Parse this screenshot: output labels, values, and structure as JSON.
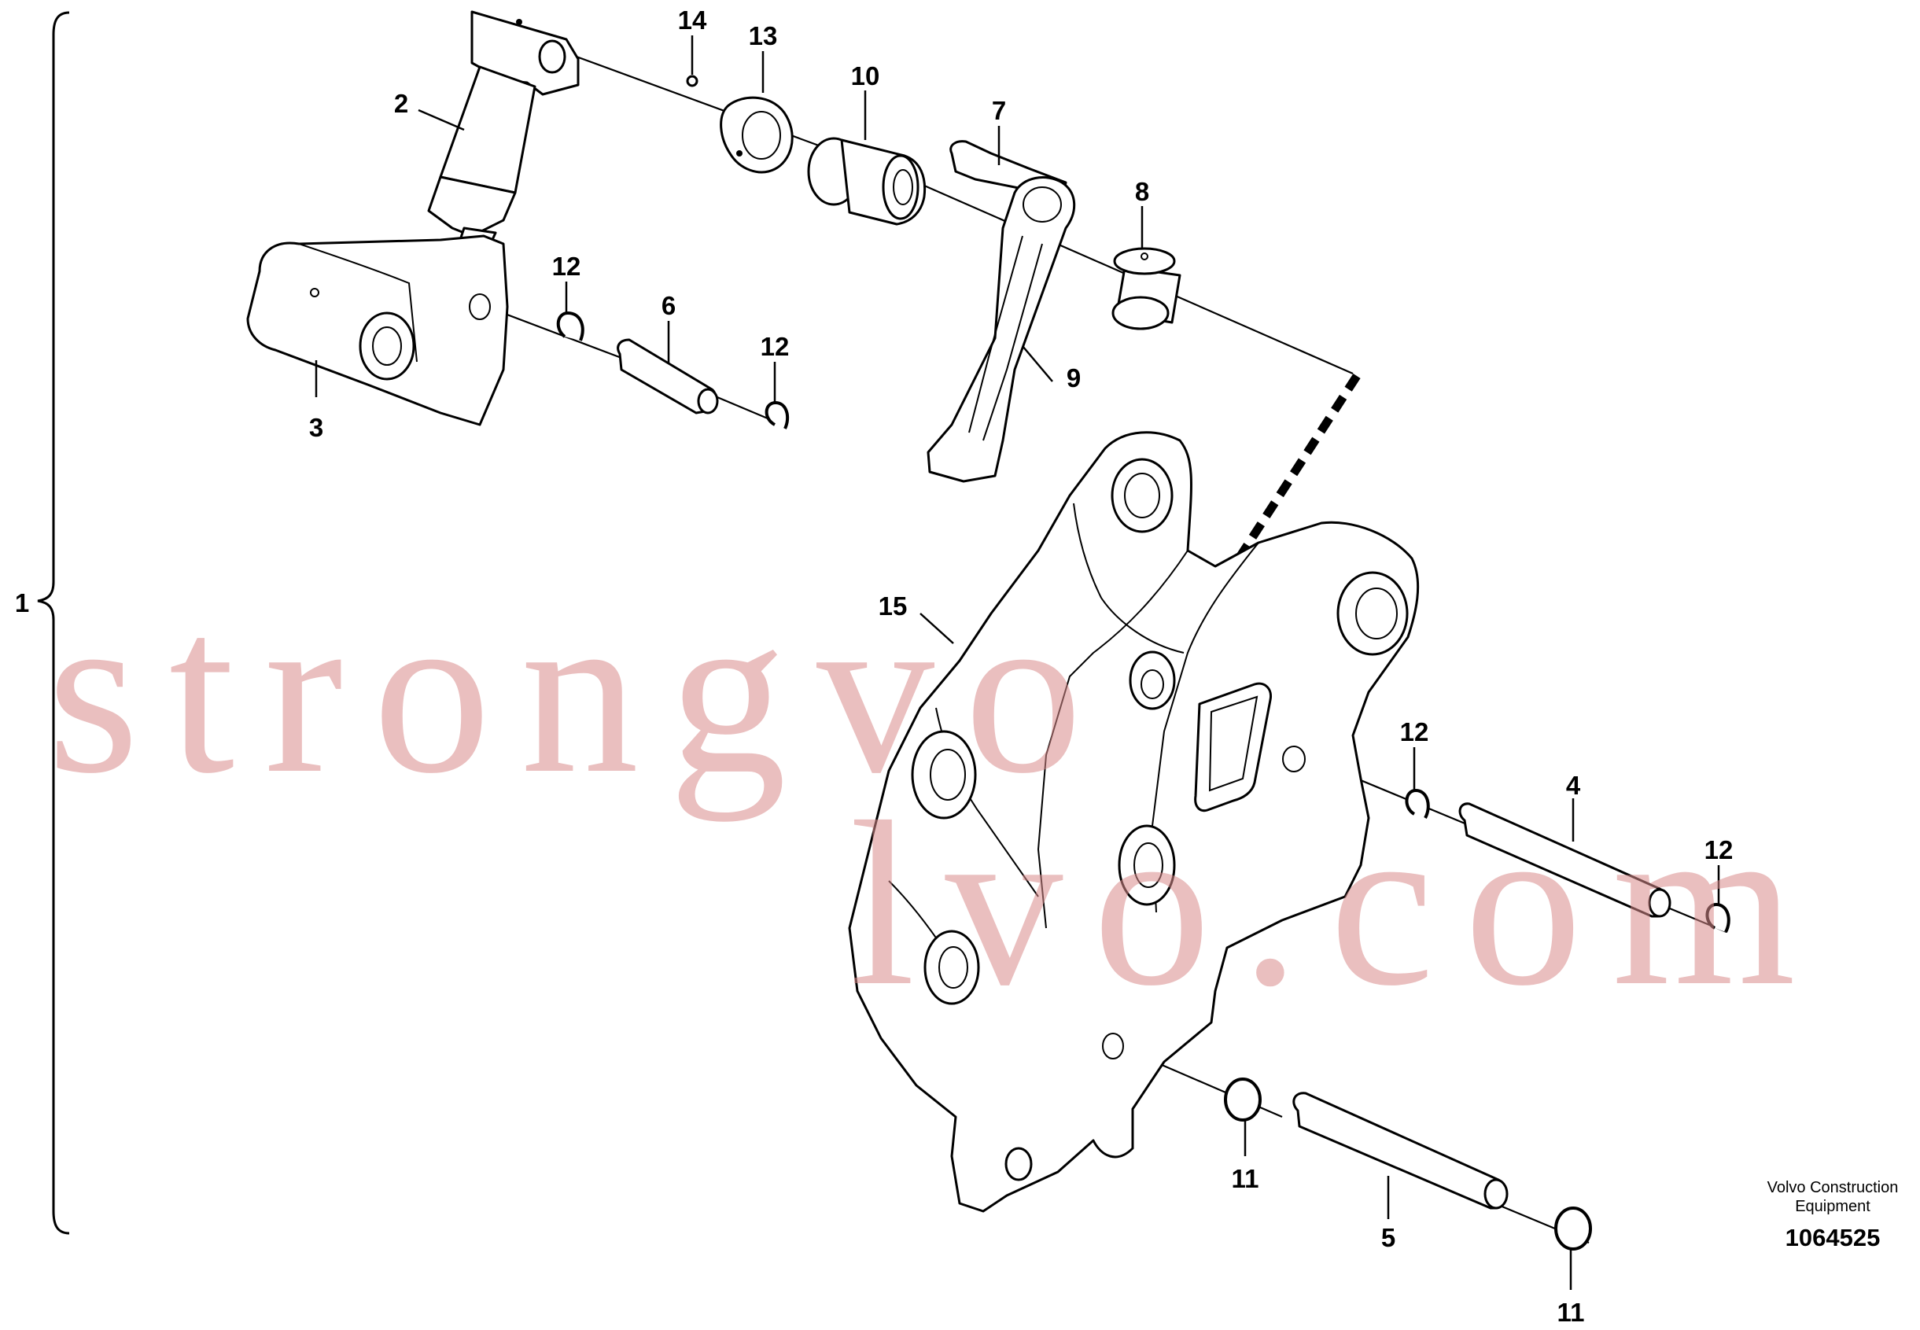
{
  "callouts": [
    {
      "id": "1",
      "text": "1"
    },
    {
      "id": "2",
      "text": "2"
    },
    {
      "id": "3",
      "text": "3"
    },
    {
      "id": "4",
      "text": "4"
    },
    {
      "id": "5",
      "text": "5"
    },
    {
      "id": "6",
      "text": "6"
    },
    {
      "id": "7",
      "text": "7"
    },
    {
      "id": "8",
      "text": "8"
    },
    {
      "id": "9",
      "text": "9"
    },
    {
      "id": "10",
      "text": "10"
    },
    {
      "id": "11a",
      "text": "11"
    },
    {
      "id": "11b",
      "text": "11"
    },
    {
      "id": "12a",
      "text": "12"
    },
    {
      "id": "12b",
      "text": "12"
    },
    {
      "id": "12c",
      "text": "12"
    },
    {
      "id": "12d",
      "text": "12"
    },
    {
      "id": "13",
      "text": "13"
    },
    {
      "id": "14",
      "text": "14"
    },
    {
      "id": "15",
      "text": "15"
    }
  ],
  "watermark": "strongvolvo.com",
  "caption": {
    "line1": "Volvo Construction",
    "line2": "Equipment",
    "number": "1064525"
  }
}
